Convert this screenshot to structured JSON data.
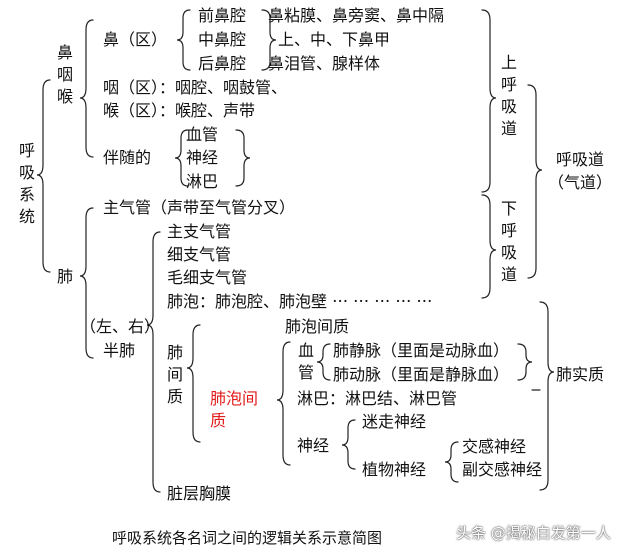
{
  "root": "呼吸系统",
  "nose_pharynx_larynx": "鼻咽喉",
  "lung": "肺",
  "nose_region": "鼻（区）",
  "anterior_nasal": "前鼻腔",
  "middle_nasal": "中鼻腔",
  "posterior_nasal": "后鼻腔",
  "nasal_line1": "鼻粘膜、鼻旁窦、鼻中隔",
  "nasal_line2": "上、中、下鼻甲",
  "nasal_line3": "鼻泪管、腺样体",
  "pharynx_region": "咽（区）：咽腔、咽鼓管、",
  "larynx_region": "喉（区）：喉腔、声带",
  "accompanying": "伴随的",
  "blood_vessel": "血管",
  "nerve": "神经",
  "lymph": "淋巴",
  "upper_resp": "上呼吸道",
  "lower_resp": "下呼吸道",
  "resp_tract": "呼吸道",
  "airway": "（气道）",
  "main_trachea": "主气管（声带至气管分叉）",
  "main_bronchus": "主支气管",
  "fine_bronchus": "细支气管",
  "capillary_bronchus": "毛细支气管",
  "alveoli": "肺泡：肺泡腔、肺泡壁 ⋯ ⋯ ⋯ ⋯ ⋯",
  "left_right": "（左、右）",
  "half_lung": "半肺",
  "interstitium": "肺间质",
  "alveolar_interstitium_v": "肺泡间质",
  "alveolar_interstitium": "肺泡间质",
  "vessel_v": "血管",
  "pulmonary_vein": "肺静脉（里面是动脉血）",
  "pulmonary_artery": "肺动脉（里面是静脉血）",
  "lymph_line": "淋巴：淋巴结、淋巴管",
  "nerve2": "神经",
  "vagus": "迷走神经",
  "autonomic": "植物神经",
  "sympathetic": "交感神经",
  "parasympathetic": "副交感神经",
  "parenchyma": "肺实质",
  "visceral_pleura": "脏层胸膜",
  "caption": "呼吸系统各名词之间的逻辑关系示意简图",
  "watermark": "头条 @揭秘白发第一人"
}
